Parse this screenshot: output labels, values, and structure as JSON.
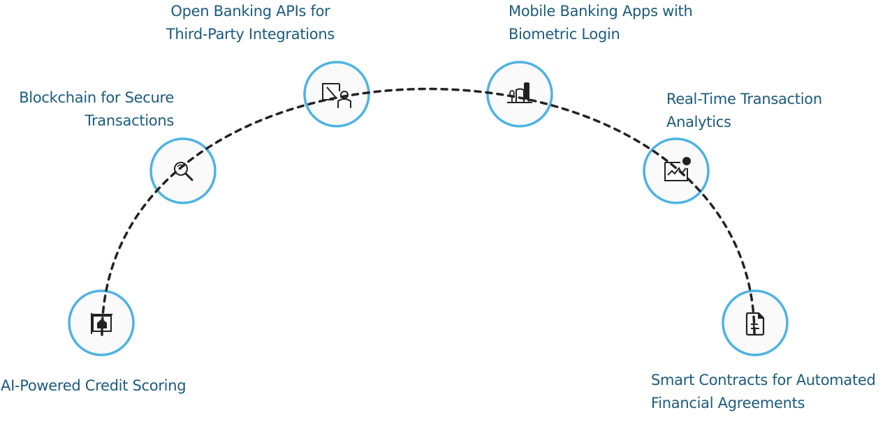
{
  "diagram": {
    "type": "arc-timeline",
    "accent_color": "#4db3e2",
    "line_color": "#222222",
    "node_fill": "#fafafa",
    "nodes": [
      {
        "id": "ai-credit",
        "icon": "house-signboard-icon",
        "lines": [
          "AI-Powered Credit Scoring"
        ]
      },
      {
        "id": "blockchain",
        "icon": "magnifier-icon",
        "lines": [
          "Blockchain for Secure",
          "Transactions"
        ]
      },
      {
        "id": "open-banking",
        "icon": "presenter-board-icon",
        "lines": [
          "Open Banking APIs for",
          "Third-Party Integrations"
        ]
      },
      {
        "id": "mobile-banking",
        "icon": "kiosk-booth-icon",
        "lines": [
          "Mobile Banking Apps with",
          "Biometric Login"
        ]
      },
      {
        "id": "real-time",
        "icon": "analytics-chart-icon",
        "lines": [
          "Real-Time Transaction",
          "Analytics"
        ]
      },
      {
        "id": "smart-contracts",
        "icon": "document-icon",
        "lines": [
          "Smart Contracts for Automated",
          "Financial Agreements"
        ]
      }
    ]
  }
}
